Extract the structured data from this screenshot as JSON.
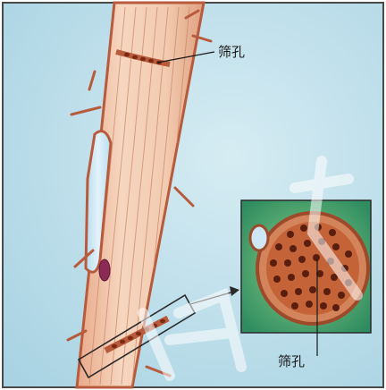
{
  "labels": {
    "top": "筛孔",
    "bottom": "筛孔"
  },
  "watermark_text": "中 元",
  "colors": {
    "background": "#bfe0ec",
    "frame": "#4a4a4a",
    "cell_fill": "#efc3a5",
    "cell_wall": "#b85a3c",
    "companion_cell": "#cfe7f4",
    "nucleus": "#8a2a55",
    "inset_green": "#3f9e6e",
    "sieve_plate": "#c46238",
    "pore": "#5a1e0e"
  }
}
